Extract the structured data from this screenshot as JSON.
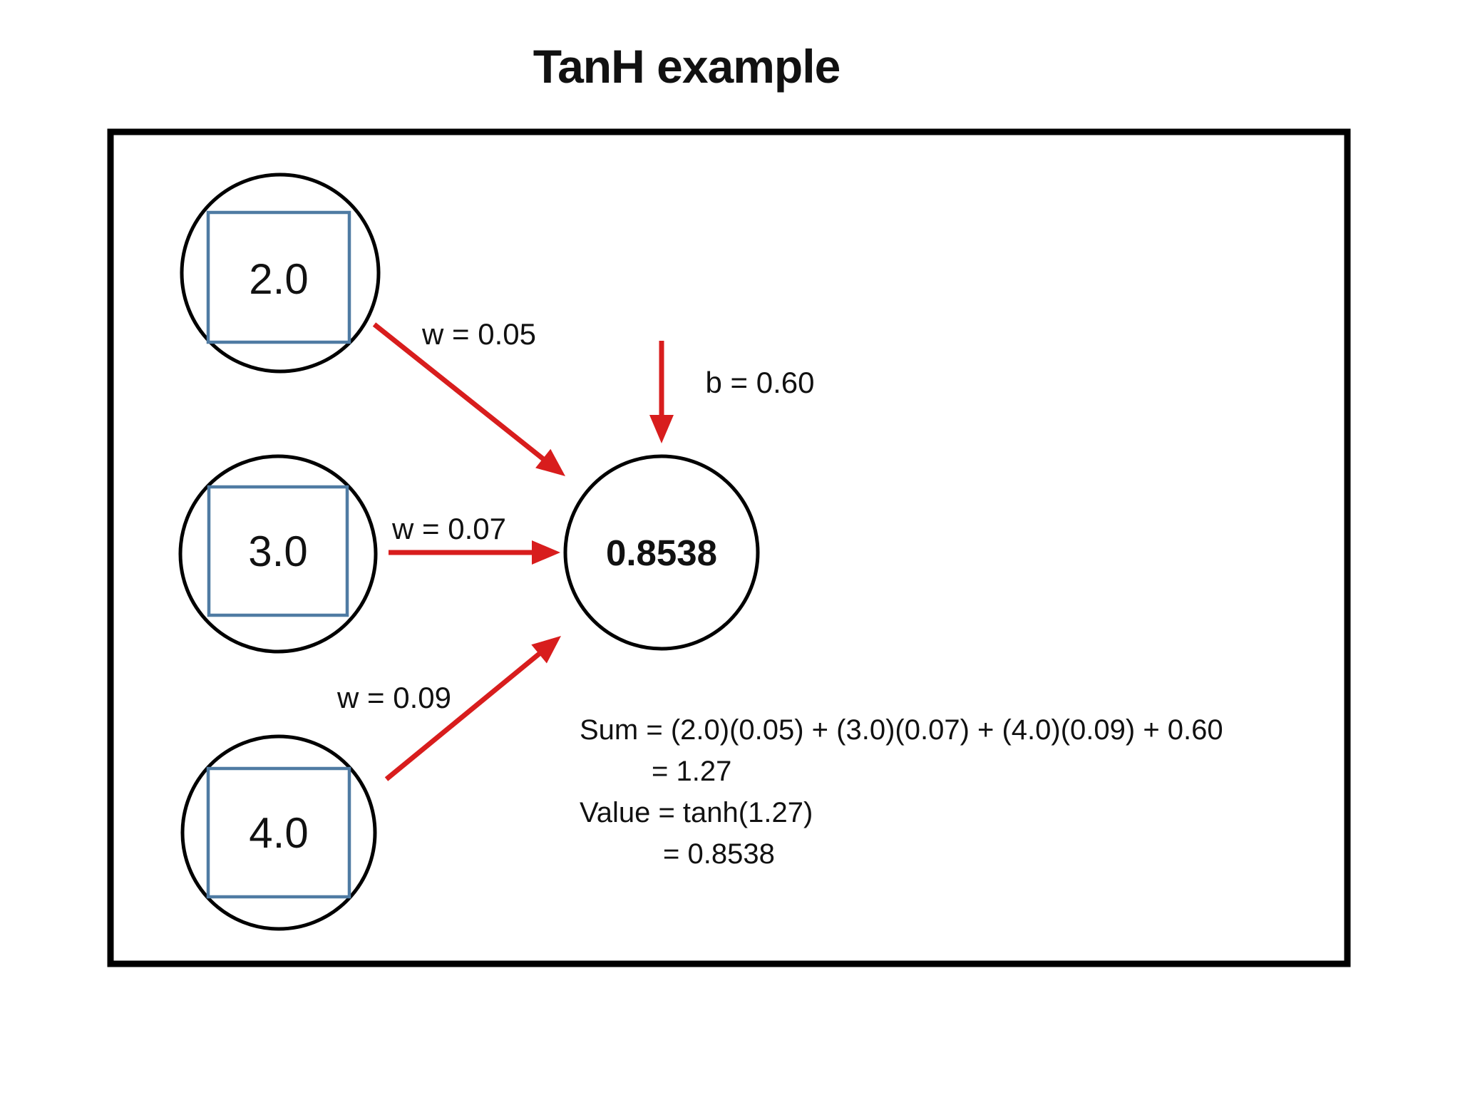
{
  "title": "TanH example",
  "colors": {
    "arrow": "#d81d1d",
    "value_box": "#4f7ba3",
    "outline": "#000000"
  },
  "inputs": [
    {
      "value": "2.0",
      "weight_label": "w = 0.05"
    },
    {
      "value": "3.0",
      "weight_label": "w = 0.07"
    },
    {
      "value": "4.0",
      "weight_label": "w = 0.09"
    }
  ],
  "bias": {
    "label": "b = 0.60"
  },
  "output": {
    "value": "0.8538"
  },
  "calculation": {
    "sum_line": "Sum = (2.0)(0.05) + (3.0)(0.07) + (4.0)(0.09) + 0.60",
    "sum_result": "= 1.27",
    "value_line": "Value = tanh(1.27)",
    "value_result": "= 0.8538"
  }
}
